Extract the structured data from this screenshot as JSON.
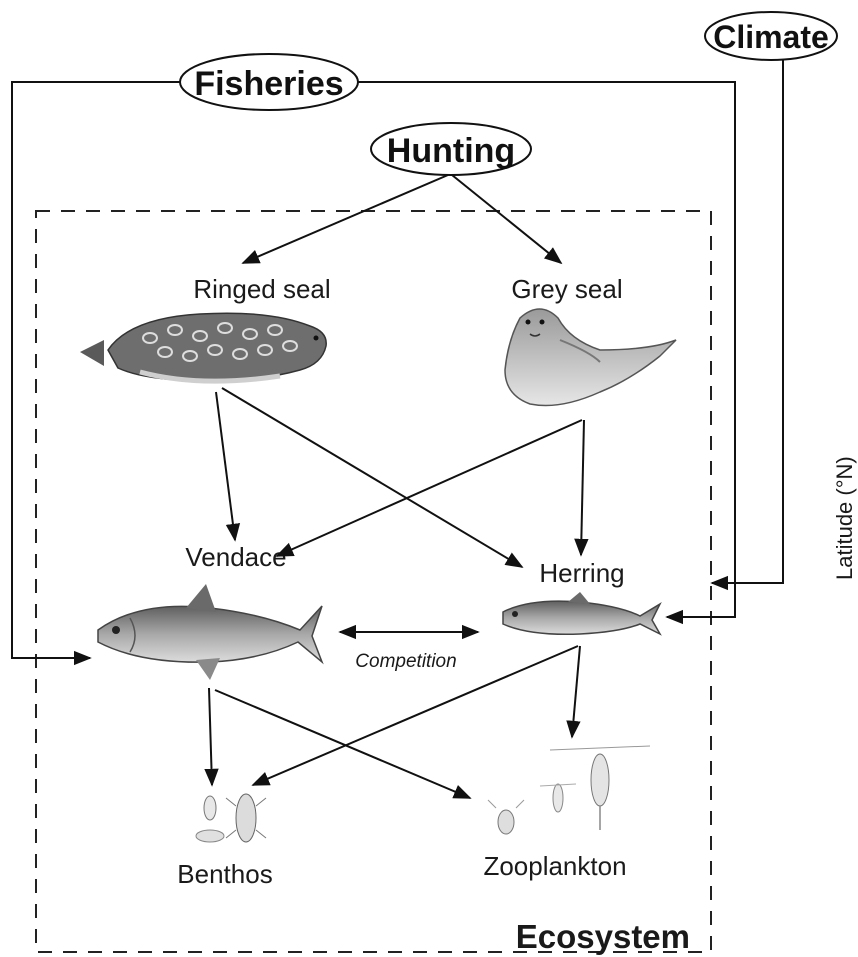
{
  "drivers": {
    "fisheries": "Fisheries",
    "hunting": "Hunting",
    "climate": "Climate"
  },
  "species": {
    "ringed_seal": "Ringed seal",
    "grey_seal": "Grey seal",
    "vendace": "Vendace",
    "herring": "Herring",
    "benthos": "Benthos",
    "zooplankton": "Zooplankton"
  },
  "interaction": {
    "competition": "Competition"
  },
  "boundary": {
    "label": "Ecosystem"
  },
  "side_axis_label": "Latitude (°N)"
}
